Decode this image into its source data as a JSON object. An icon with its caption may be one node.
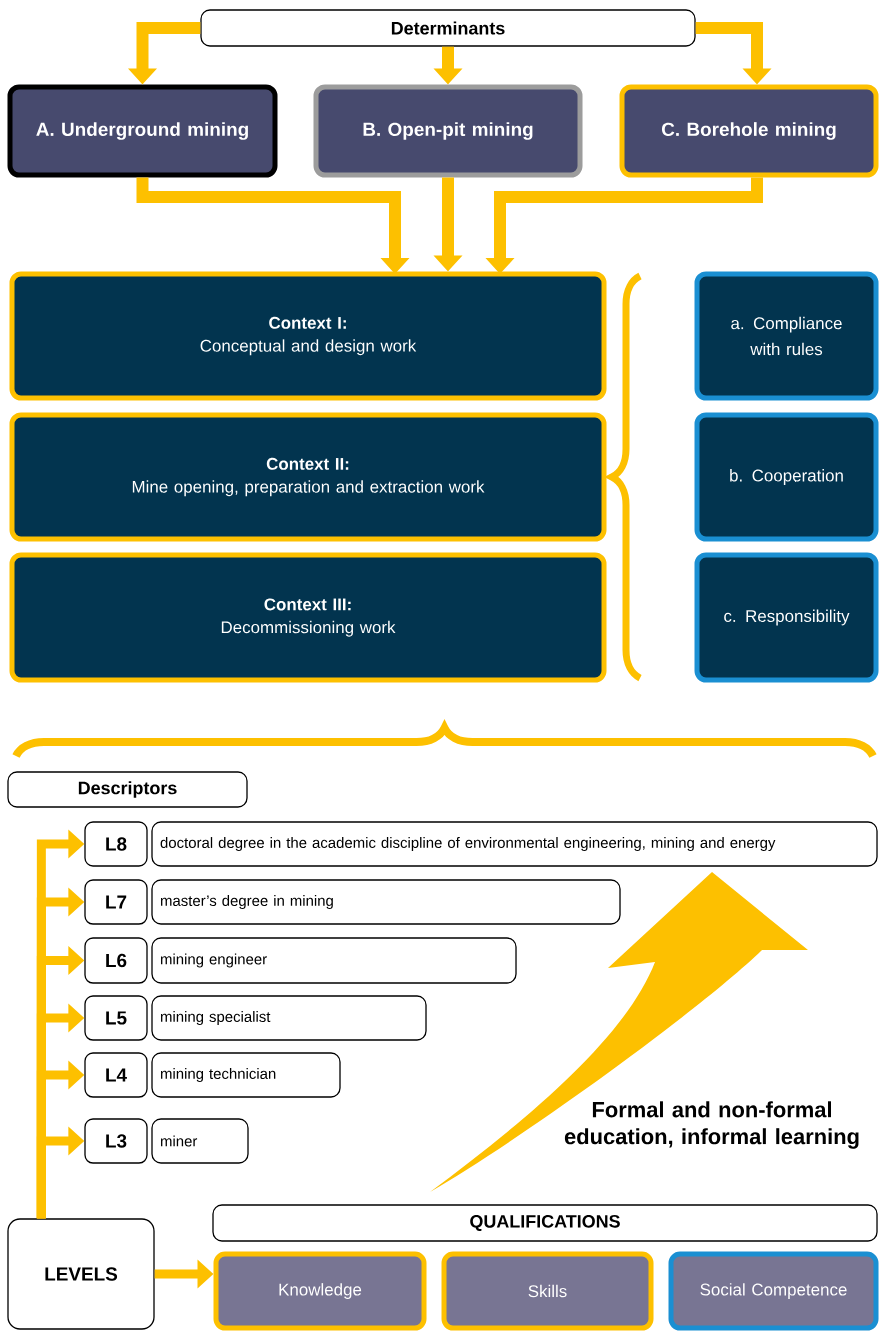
{
  "diagram": {
    "nodes": [
      {
        "text": [
          "Determinants"
        ]
      },
      {
        "text": [
          "A. Underground mining"
        ]
      },
      {
        "text": [
          "B. Open-pit mining"
        ]
      },
      {
        "text": [
          "C. Borehole mining"
        ]
      },
      {
        "text": [
          "Context I:",
          "Conceptual and design work"
        ]
      },
      {
        "text": [
          "Context II:",
          "Mine opening, preparation and extraction work"
        ]
      },
      {
        "text": [
          "Context III:",
          "Decommissioning work"
        ]
      },
      {
        "text": [
          "a. Compliance with rules"
        ]
      },
      {
        "text": [
          "b. Cooperation"
        ]
      },
      {
        "text": [
          "c. Responsibility"
        ]
      },
      {
        "text": [
          "Descriptors"
        ]
      },
      {
        "text": [
          "L8"
        ]
      },
      {
        "text": [
          "doctoral degree in the academic discipline of environmental engineering, mining and energy"
        ]
      },
      {
        "text": [
          "L7"
        ]
      },
      {
        "text": [
          "master’s degree in mining"
        ]
      },
      {
        "text": [
          "L6"
        ]
      },
      {
        "text": [
          "mining engineer"
        ]
      },
      {
        "text": [
          "L5"
        ]
      },
      {
        "text": [
          "mining specialist"
        ]
      },
      {
        "text": [
          "L4"
        ]
      },
      {
        "text": [
          "mining technician"
        ]
      },
      {
        "text": [
          "L3"
        ]
      },
      {
        "text": [
          "miner"
        ]
      },
      {
        "text": [
          "LEVELS"
        ]
      },
      {
        "text": [
          "QUALIFICATIONS"
        ]
      },
      {
        "text": [
          "Knowledge"
        ]
      },
      {
        "text": [
          "Skills"
        ]
      },
      {
        "text": [
          "Social Competence"
        ]
      }
    ],
    "edges": [
      {
        "from": 0,
        "to": 1,
        "arrow": "to"
      },
      {
        "from": 0,
        "to": 2,
        "arrow": "to"
      },
      {
        "from": 0,
        "to": 3,
        "arrow": "to"
      },
      {
        "from": 1,
        "to": 4,
        "arrow": "to"
      },
      {
        "from": 2,
        "to": 4,
        "arrow": "to"
      },
      {
        "from": 3,
        "to": 4,
        "arrow": "to"
      },
      {
        "from": 23,
        "to": 11,
        "arrow": "to"
      },
      {
        "from": 23,
        "to": 13,
        "arrow": "to"
      },
      {
        "from": 23,
        "to": 15,
        "arrow": "to"
      },
      {
        "from": 23,
        "to": 17,
        "arrow": "to"
      },
      {
        "from": 23,
        "to": 19,
        "arrow": "to"
      },
      {
        "from": 23,
        "to": 21,
        "arrow": "to"
      },
      {
        "from": 23,
        "to": 25,
        "arrow": "to"
      }
    ],
    "labels": [
      "Formal and non-formal education, informal learning"
    ]
  }
}
